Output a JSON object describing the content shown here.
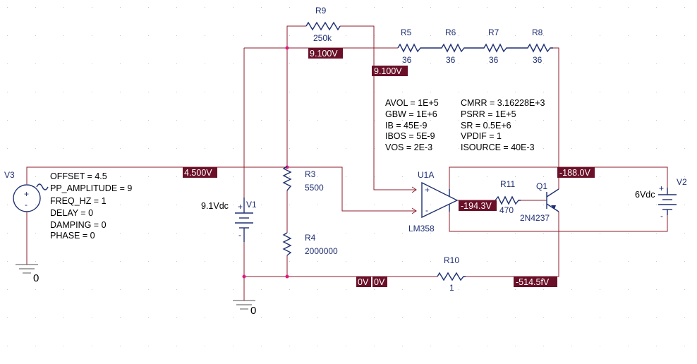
{
  "colors": {
    "wire": "#8c1d2c",
    "component": "#1f2f72",
    "junction": "#e0197a",
    "voltage_marker_bg": "#6a1129",
    "voltage_marker_text": "#ffffff",
    "ground": "#8a8a8a"
  },
  "components": {
    "R9": {
      "ref": "R9",
      "value": "250k"
    },
    "R5": {
      "ref": "R5",
      "value": "36"
    },
    "R6": {
      "ref": "R6",
      "value": "36"
    },
    "R7": {
      "ref": "R7",
      "value": "36"
    },
    "R8": {
      "ref": "R8",
      "value": "36"
    },
    "R3": {
      "ref": "R3",
      "value": "5500"
    },
    "R4": {
      "ref": "R4",
      "value": "2000000"
    },
    "R10": {
      "ref": "R10",
      "value": "1"
    },
    "R11": {
      "ref": "R11",
      "value": "470"
    },
    "V1": {
      "ref": "V1",
      "value": "9.1Vdc"
    },
    "V2": {
      "ref": "V2",
      "value": "6Vdc"
    },
    "V3": {
      "ref": "V3",
      "params": [
        "OFFSET = 4.5",
        "PP_AMPLITUDE = 9",
        "FREQ_HZ = 1",
        "DELAY = 0",
        "DAMPING = 0",
        "PHASE = 0"
      ]
    },
    "U1A": {
      "ref": "U1A",
      "model": "LM358",
      "plus": "+",
      "minus": "-"
    },
    "Q1": {
      "ref": "Q1",
      "model": "2N4237"
    }
  },
  "opamp_params": {
    "left": [
      "AVOL = 1E+5",
      "GBW = 1E+6",
      "IB = 45E-9",
      "IBOS = 5E-9",
      "VOS = 2E-3"
    ],
    "right": [
      "CMRR = 3.16228E+3",
      "PSRR = 1E+5",
      "SR = 0.5E+6",
      "VPDIF = 1",
      "ISOURCE = 40E-3"
    ]
  },
  "voltage_markers": {
    "top_node": "9.100V",
    "r5_node": "9.100V",
    "input_node": "4.500V",
    "collector_node": "-188.0V",
    "opamp_out": "-194.3V",
    "bottom_left": "0V",
    "bottom_right": "0V",
    "emitter_node": "-514.5fV"
  },
  "grounds": {
    "left": "0",
    "center": "0"
  },
  "source_symbols": {
    "v3_plus": "+",
    "v3_minus": "-",
    "v1_plus": "+",
    "v1_minus": "-",
    "v2_plus": "+",
    "v2_minus": "-"
  }
}
